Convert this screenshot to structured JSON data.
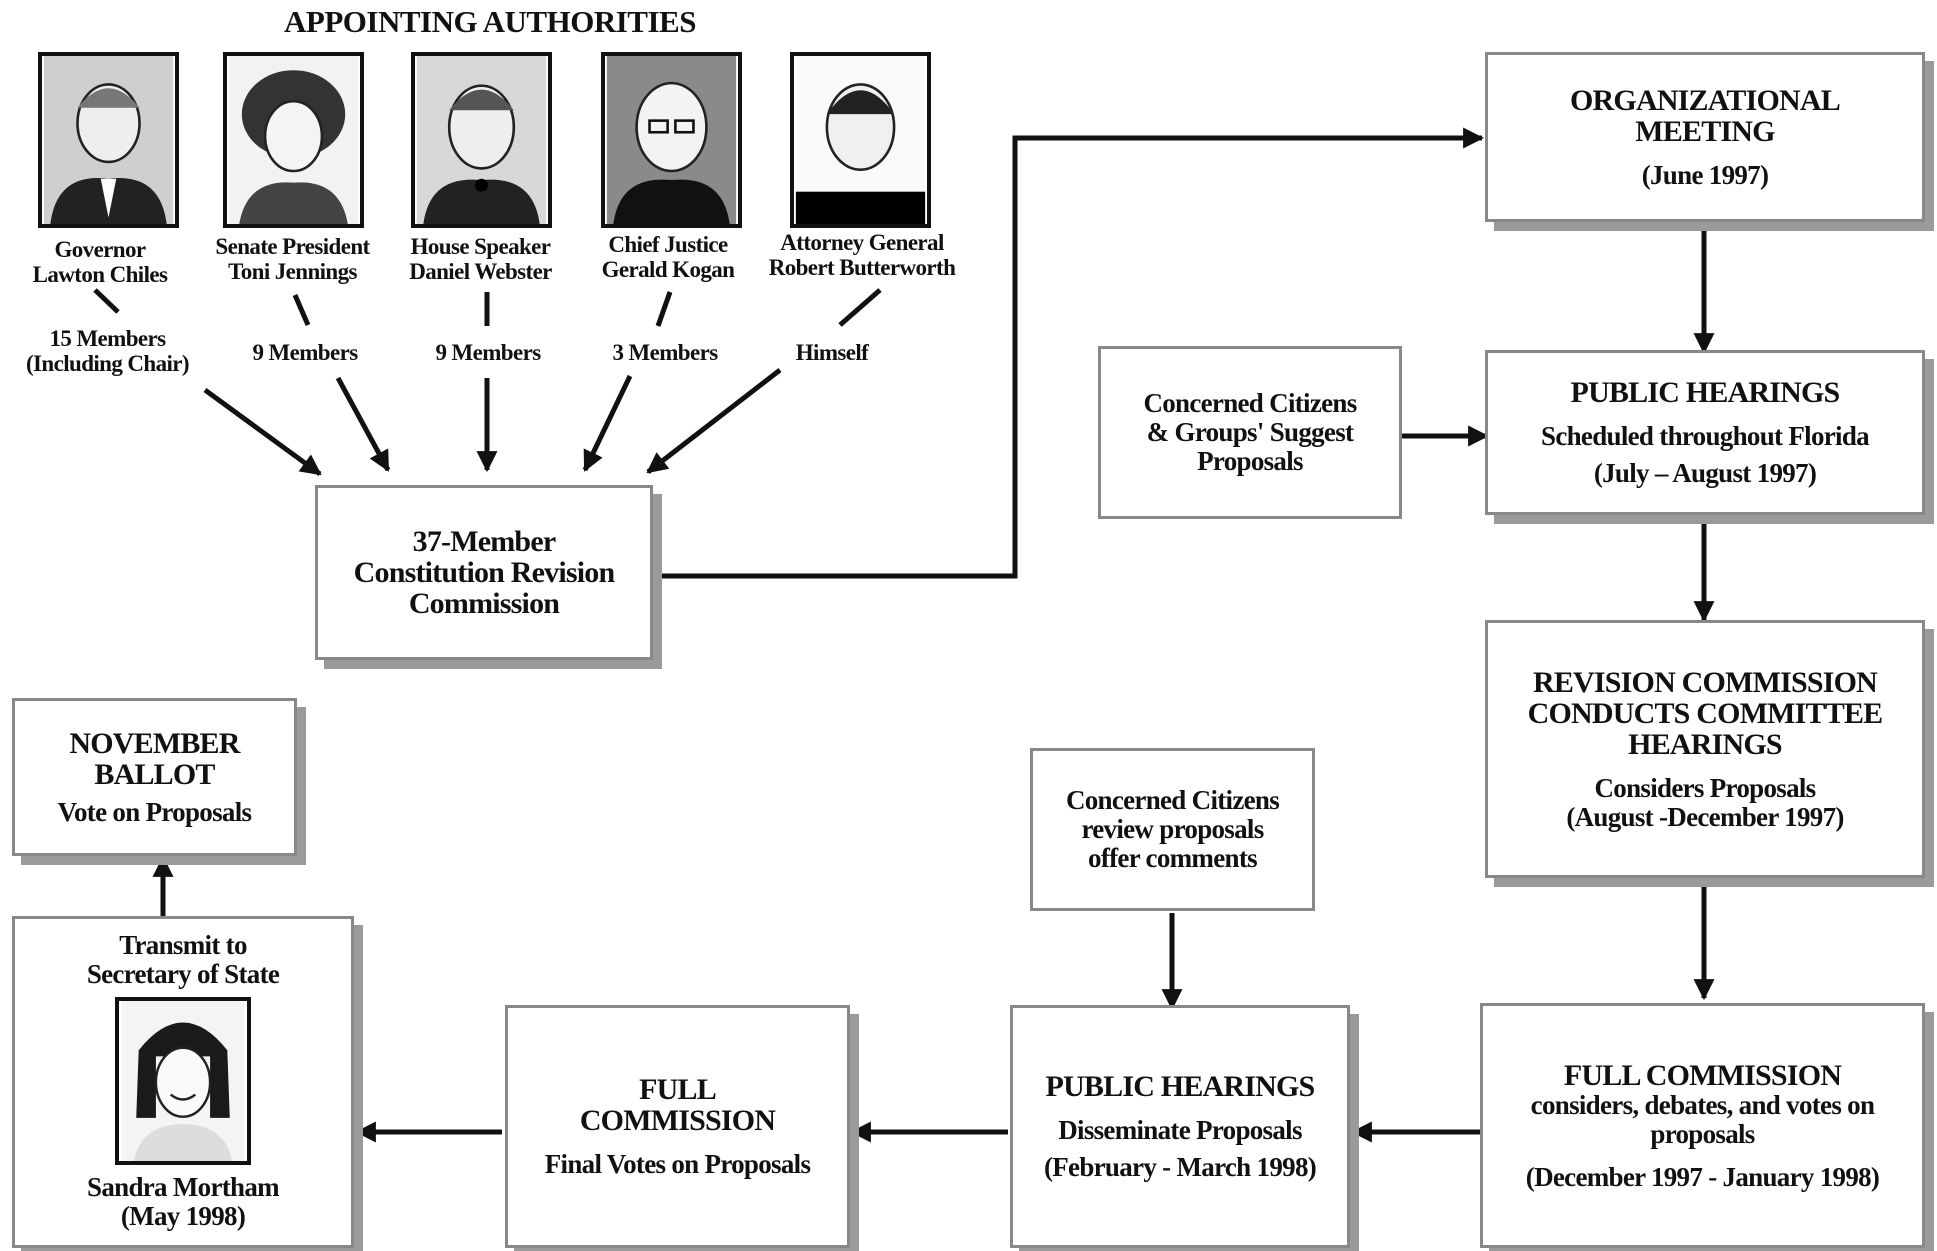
{
  "title": "APPOINTING AUTHORITIES",
  "authorities": [
    {
      "title": "Governor",
      "name": "Lawton Chiles",
      "members": "15 Members",
      "note": "(Including Chair)"
    },
    {
      "title": "Senate President",
      "name": "Toni Jennings",
      "members": "9 Members"
    },
    {
      "title": "House Speaker",
      "name": "Daniel Webster",
      "members": "9 Members"
    },
    {
      "title": "Chief Justice",
      "name": "Gerald Kogan",
      "members": "3 Members"
    },
    {
      "title": "Attorney General",
      "name": "Robert Butterworth",
      "members": "Himself"
    }
  ],
  "commission": {
    "line1": "37-Member",
    "line2": "Constitution Revision",
    "line3": "Commission"
  },
  "org_meeting": {
    "line1": "ORGANIZATIONAL",
    "line2": "MEETING",
    "date": "(June 1997)"
  },
  "citizens_suggest": {
    "line1": "Concerned Citizens",
    "line2": "& Groups' Suggest",
    "line3": "Proposals"
  },
  "public_hearings_1": {
    "heading": "PUBLIC HEARINGS",
    "text": "Scheduled throughout Florida",
    "date": "(July – August 1997)"
  },
  "committee_hearings": {
    "line1": "REVISION COMMISSION",
    "line2": "CONDUCTS COMMITTEE",
    "line3": "HEARINGS",
    "text": "Considers Proposals",
    "date": "(August -December 1997)"
  },
  "full_commission_1": {
    "heading": "FULL COMMISSION",
    "text1": "considers, debates, and votes on",
    "text2": "proposals",
    "date": "(December 1997 - January 1998)"
  },
  "citizens_review": {
    "line1": "Concerned Citizens",
    "line2": "review proposals",
    "line3": "offer comments"
  },
  "public_hearings_2": {
    "heading": "PUBLIC HEARINGS",
    "text": "Disseminate Proposals",
    "date": "(February - March 1998)"
  },
  "full_commission_2": {
    "line1": "FULL",
    "line2": "COMMISSION",
    "text": "Final Votes on Proposals"
  },
  "secretary": {
    "line1": "Transmit to",
    "line2": "Secretary of State",
    "name": "Sandra Mortham",
    "date": "(May 1998)"
  },
  "ballot": {
    "line1": "NOVEMBER",
    "line2": "BALLOT",
    "text": "Vote on Proposals"
  }
}
